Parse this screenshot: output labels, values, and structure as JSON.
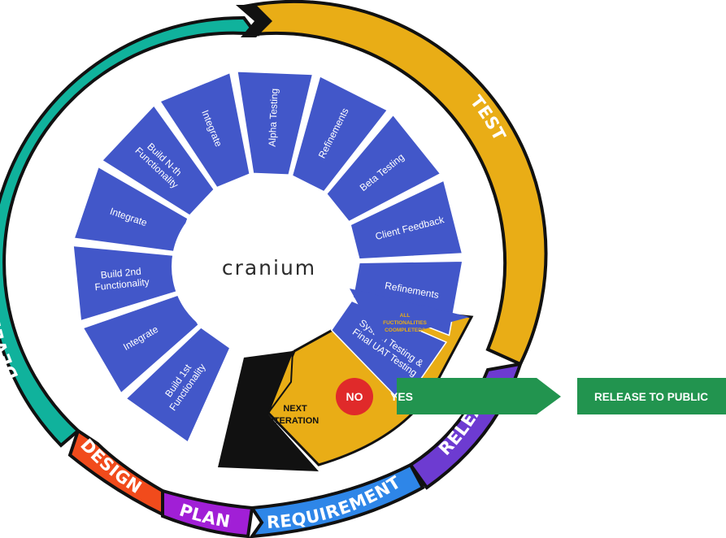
{
  "logo": "cranium",
  "phases": {
    "develop": "DEVELOP",
    "test": "TEST",
    "release": "RELEASE",
    "requirement": "REQUIREMENT",
    "plan": "PLAN",
    "design": "DESIGN"
  },
  "segments": [
    [
      "Build 1st",
      "Functionality"
    ],
    [
      "Integrate"
    ],
    [
      "Build 2nd",
      "Functionality"
    ],
    [
      "Integrate"
    ],
    [
      "Build N-th",
      "Functionality"
    ],
    [
      "Integrate"
    ],
    [
      "Alpha Testing"
    ],
    [
      "Refinements"
    ],
    [
      "Beta Testing"
    ],
    [
      "Client Feedback"
    ],
    [
      "Refinements"
    ],
    [
      "System Testing &",
      "Final UAT Testing"
    ]
  ],
  "decision": {
    "question_line1": "ALL",
    "question_line2": "FUCTIONALITIES",
    "question_line3": "COOMPLETED?",
    "no": "NO",
    "yes": "YES",
    "next_line1": "NEXT",
    "next_line2": "ITERATION",
    "release_public": "RELEASE TO PUBLIC"
  },
  "colors": {
    "develop": "#10b29c",
    "test": "#e9ad16",
    "release": "#6d3bd1",
    "requirement": "#2e86e8",
    "plan": "#a11fd6",
    "design": "#f14b1c",
    "segment": "#4257c9",
    "decision": "#e9ad16",
    "no": "#e02a2a",
    "yes": "#22944f",
    "dark": "#111111"
  }
}
